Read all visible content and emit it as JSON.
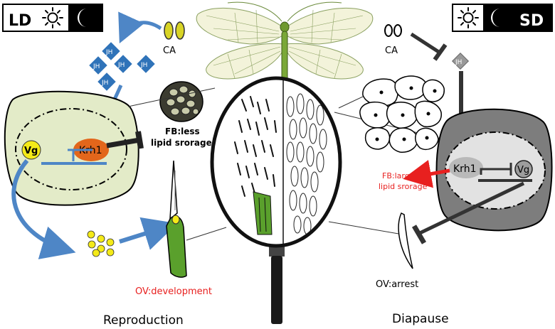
{
  "left_panel": {
    "photoperiod_label": "LD",
    "ca_label": "CA",
    "hormone_label": "JH",
    "gene_label": "Krh1",
    "protein_label": "Vg",
    "fat_body_label_line1": "FB:less",
    "fat_body_label_line2": "lipid srorage",
    "ovary_label": "OV:development",
    "title": "Reproduction"
  },
  "right_panel": {
    "photoperiod_label": "SD",
    "ca_label": "CA",
    "hormone_label": "JH",
    "gene_label": "Krh1",
    "protein_label": "Vg",
    "fat_body_label_line1": "FB:large",
    "fat_body_label_line2": "lipid srorage",
    "ovary_label": "OV:arrest",
    "title": "Diapause"
  },
  "colors": {
    "green_cell": "#e3ebc8",
    "grey_cell": "#7d7d7d",
    "hormone_blue": "#2f73b9",
    "arrow_blue": "#4e86c6",
    "krh1_orange": "#e2661b",
    "yolk_yellow": "#f4ea18",
    "highlight_red": "#e8201f",
    "ovary_green": "#5aa02c"
  },
  "icons": [
    "sun-icon",
    "moon-icon",
    "magnifier-icon",
    "lacewing-icon",
    "fat-body-cells-icon",
    "ovary-icon"
  ]
}
